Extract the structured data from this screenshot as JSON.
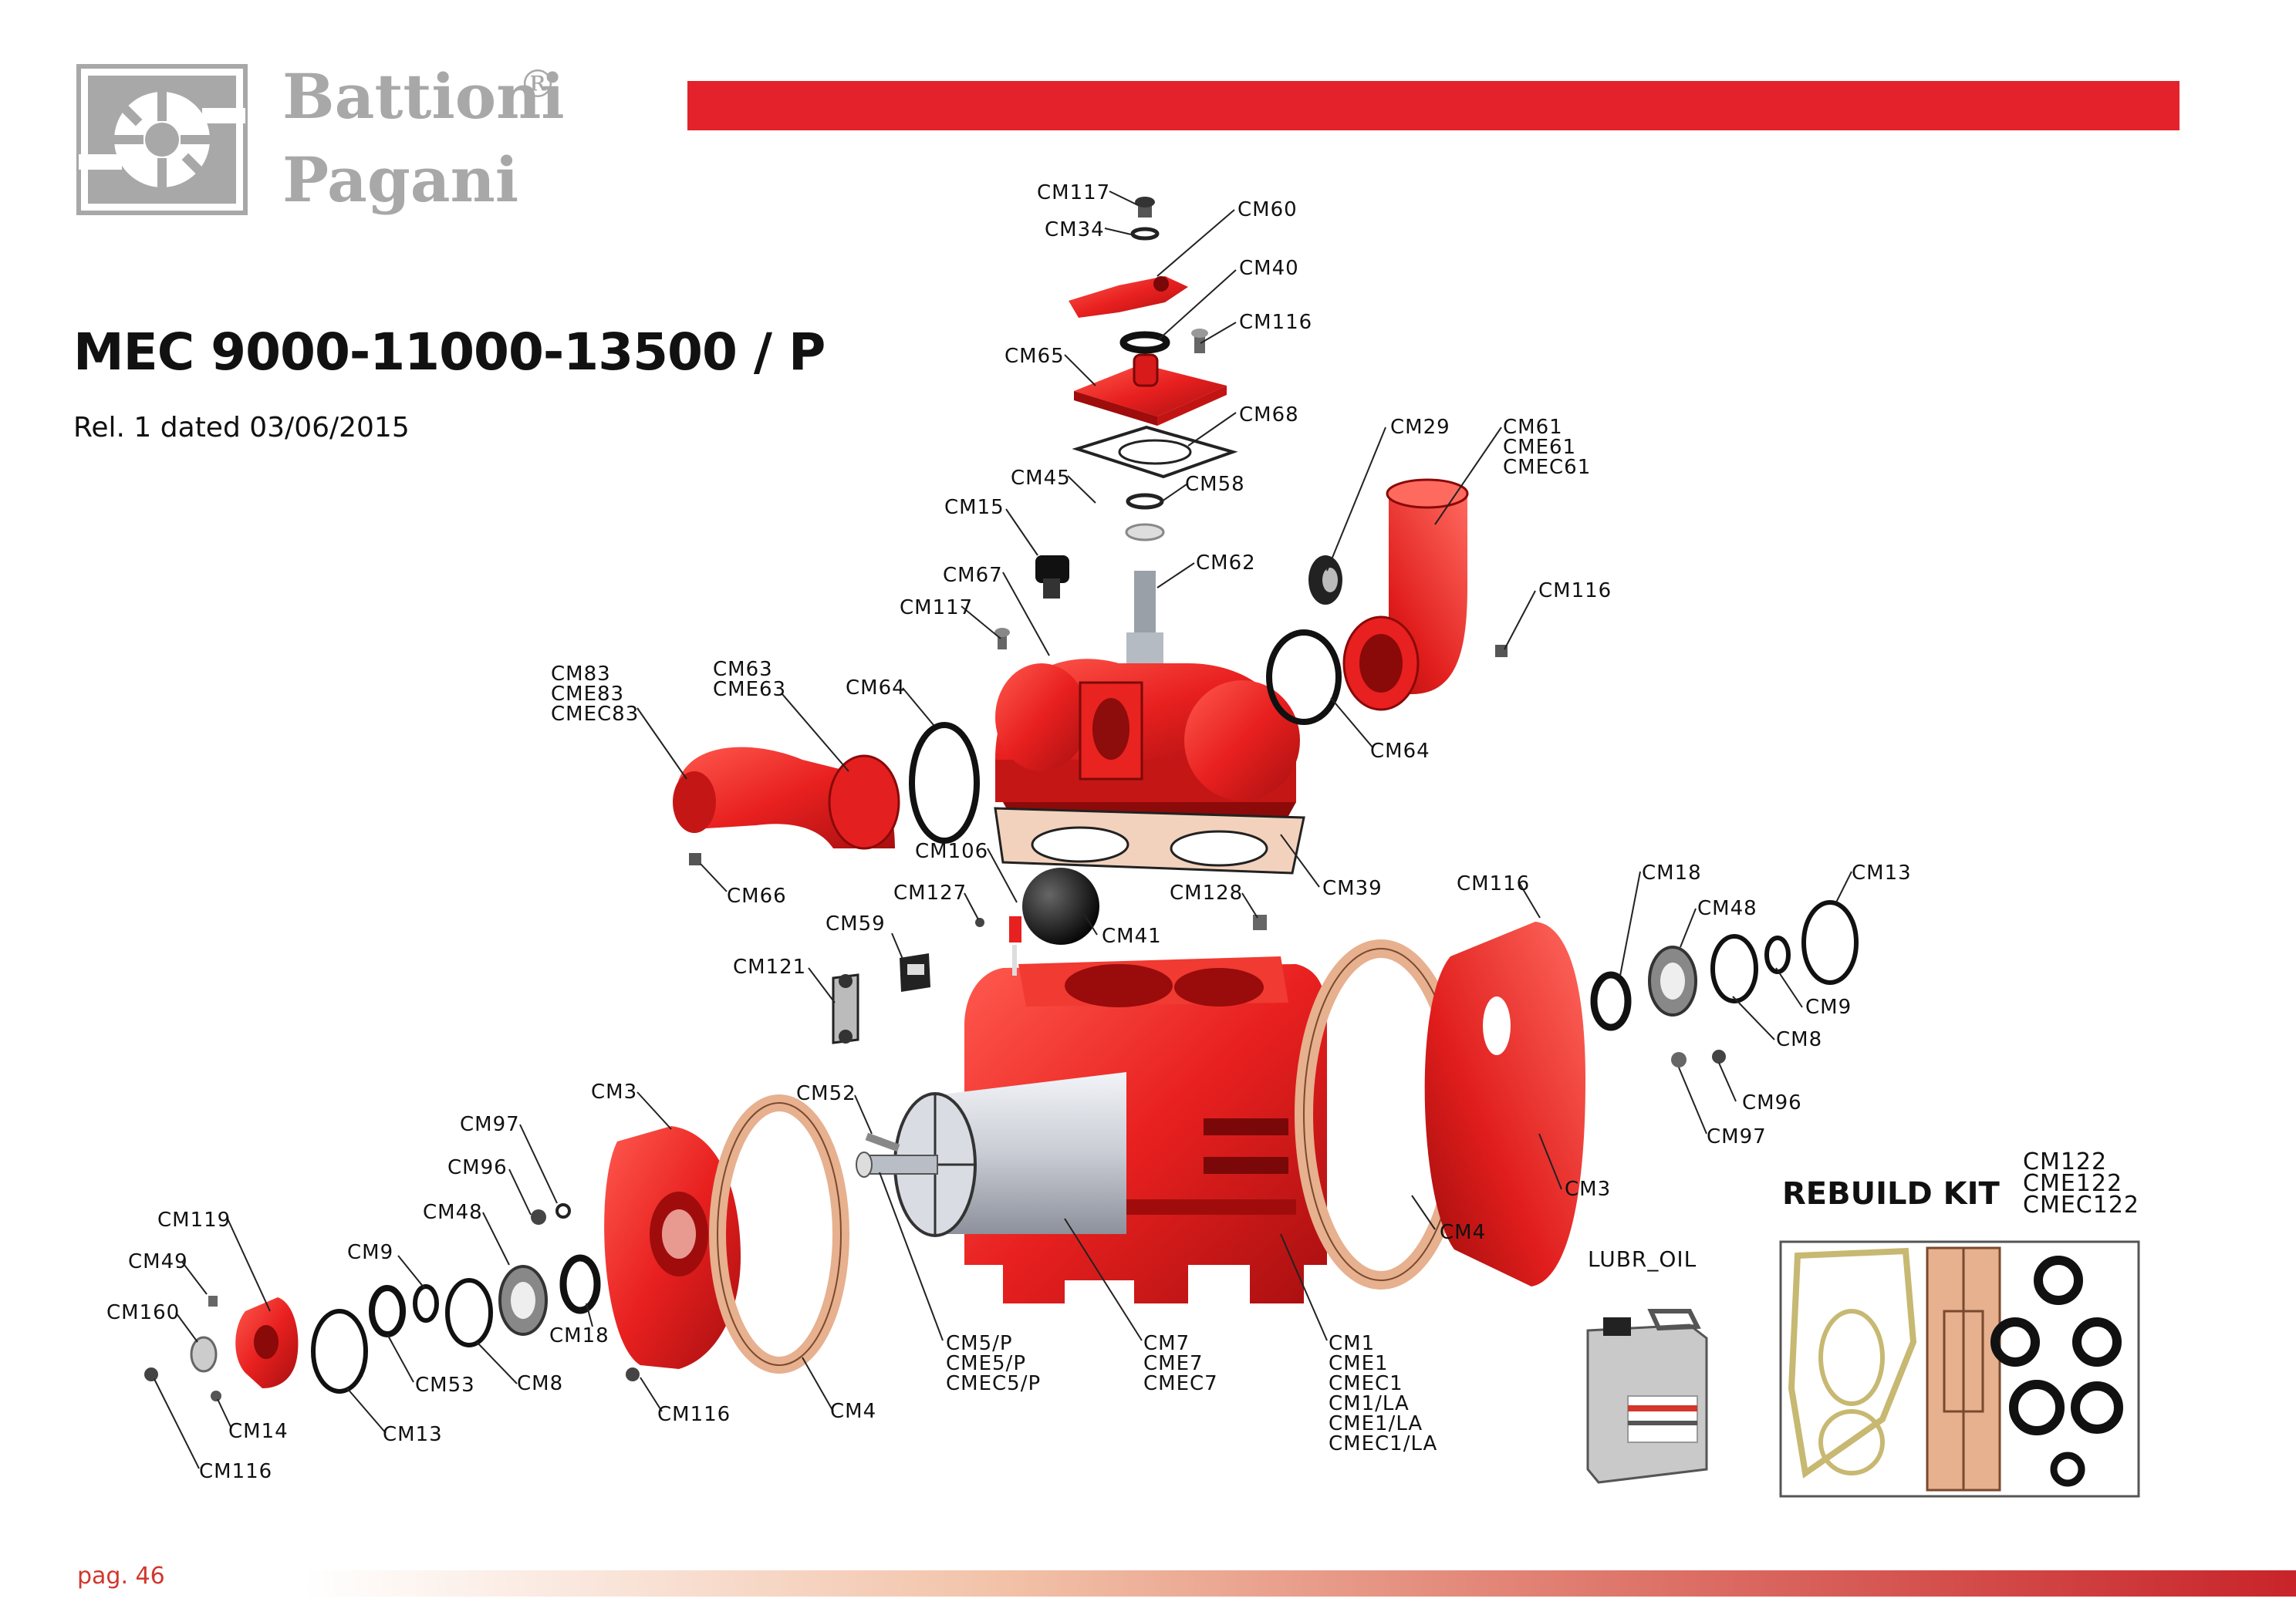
{
  "brand": {
    "line1": "Battioni",
    "line2": "Pagani",
    "registered_mark": "®"
  },
  "title": "MEC 9000-11000-13500 / P",
  "release": "Rel. 1 dated 03/06/2015",
  "page_number": "pag. 46",
  "colors": {
    "accent_red": "#e4222b",
    "part_red": "#e8201f",
    "logo_gray": "#a8a8a8",
    "gasket_tan": "#e7b08e"
  },
  "rebuild_kit": {
    "title": "REBUILD KIT",
    "codes": [
      "CM122",
      "CME122",
      "CMEC122"
    ]
  },
  "oil": {
    "label": "LUBR_OIL"
  },
  "parts": {
    "cm117_top": [
      "CM117"
    ],
    "cm34": [
      "CM34"
    ],
    "cm60": [
      "CM60"
    ],
    "cm40": [
      "CM40"
    ],
    "cm116_top": [
      "CM116"
    ],
    "cm65": [
      "CM65"
    ],
    "cm68": [
      "CM68"
    ],
    "cm29": [
      "CM29"
    ],
    "cm61": [
      "CM61",
      "CME61",
      "CMEC61"
    ],
    "cm45": [
      "CM45"
    ],
    "cm58": [
      "CM58"
    ],
    "cm15": [
      "CM15"
    ],
    "cm62": [
      "CM62"
    ],
    "cm67": [
      "CM67"
    ],
    "cm117_mid": [
      "CM117"
    ],
    "cm116_right": [
      "CM116"
    ],
    "cm83": [
      "CM83",
      "CME83",
      "CMEC83"
    ],
    "cm63": [
      "CM63",
      "CME63"
    ],
    "cm64_left": [
      "CM64"
    ],
    "cm64_right": [
      "CM64"
    ],
    "cm106": [
      "CM106"
    ],
    "cm127": [
      "CM127"
    ],
    "cm128": [
      "CM128"
    ],
    "cm39": [
      "CM39"
    ],
    "cm66": [
      "CM66"
    ],
    "cm59": [
      "CM59"
    ],
    "cm41": [
      "CM41"
    ],
    "cm121": [
      "CM121"
    ],
    "cm116_mid": [
      "CM116"
    ],
    "cm18_right": [
      "CM18"
    ],
    "cm13_right": [
      "CM13"
    ],
    "cm48_right": [
      "CM48"
    ],
    "cm9_right": [
      "CM9"
    ],
    "cm8_right": [
      "CM8"
    ],
    "cm96_right": [
      "CM96"
    ],
    "cm97_right": [
      "CM97"
    ],
    "cm3_right": [
      "CM3"
    ],
    "cm4_right": [
      "CM4"
    ],
    "cm3_left": [
      "CM3"
    ],
    "cm52": [
      "CM52"
    ],
    "cm97_left": [
      "CM97"
    ],
    "cm96_left": [
      "CM96"
    ],
    "cm48_left": [
      "CM48"
    ],
    "cm119": [
      "CM119"
    ],
    "cm9_left": [
      "CM9"
    ],
    "cm49": [
      "CM49"
    ],
    "cm160": [
      "CM160"
    ],
    "cm18_left": [
      "CM18"
    ],
    "cm53": [
      "CM53"
    ],
    "cm8_left": [
      "CM8"
    ],
    "cm116_low": [
      "CM116"
    ],
    "cm4_left": [
      "CM4"
    ],
    "cm14": [
      "CM14"
    ],
    "cm13_left": [
      "CM13"
    ],
    "cm116_bottom": [
      "CM116"
    ],
    "cm5": [
      "CM5/P",
      "CME5/P",
      "CMEC5/P"
    ],
    "cm7": [
      "CM7",
      "CME7",
      "CMEC7"
    ],
    "cm1": [
      "CM1",
      "CME1",
      "CMEC1",
      "CM1/LA",
      "CME1/LA",
      "CMEC1/LA"
    ]
  }
}
